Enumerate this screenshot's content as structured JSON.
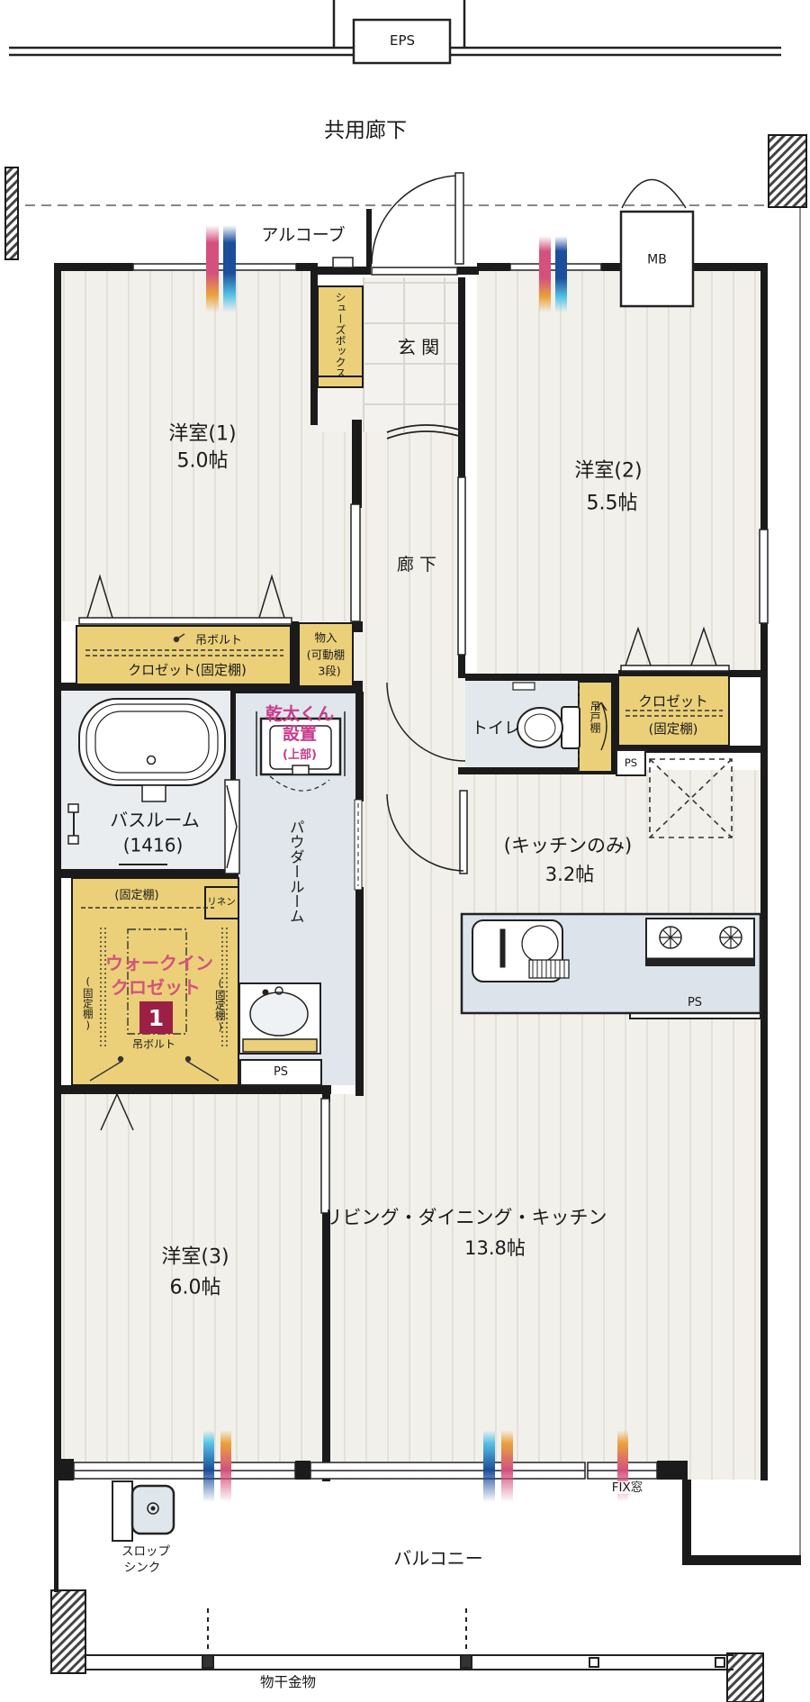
{
  "floorplan": {
    "common": {
      "eps": "EPS",
      "corridor": "共用廊下",
      "alcove": "アルコーブ",
      "meter_box": "MB"
    },
    "entrance": {
      "name": "玄 関",
      "shoes_box": "シューズボックス"
    },
    "rooms": {
      "western1": {
        "name": "洋室(1)",
        "size": "5.0帖"
      },
      "western2": {
        "name": "洋室(2)",
        "size": "5.5帖"
      },
      "western3": {
        "name": "洋室(3)",
        "size": "6.0帖"
      },
      "ldk": {
        "name": "リビング・ダイニング・キッチン",
        "size": "13.8帖"
      },
      "kitchen": {
        "name": "(キッチンのみ)",
        "size": "3.2帖"
      },
      "hallway": {
        "name": "廊 下"
      },
      "bathroom": {
        "name": "バスルーム",
        "size": "(1416)"
      },
      "powder_room": {
        "name": "パウダールーム"
      },
      "toilet": {
        "name": "トイレ"
      }
    },
    "storage": {
      "closet1": {
        "hanging_bolt": "吊ボルト",
        "label": "クロゼット(固定棚)"
      },
      "storage_compartment": {
        "line1": "物入",
        "line2": "(可動棚",
        "line3": "3段)"
      },
      "closet2": {
        "line1": "クロゼット",
        "line2": "(固定棚)"
      },
      "hanging_cupboard": "吊戸棚",
      "walk_in_closet": {
        "line1": "ウォークイン",
        "line2": "クロゼット",
        "number": "1",
        "shelf_top": "(固定棚)",
        "shelf_left": "(固定棚)",
        "shelf_right": "(固定棚)",
        "hanging_bolt": "吊ボルト"
      },
      "linen": "リネン"
    },
    "equipment": {
      "gas_dryer": {
        "line1": "乾太くん",
        "line2": "設置",
        "line3": "(上部)"
      },
      "slop_sink": {
        "line1": "スロップ",
        "line2": "シンク"
      },
      "laundry_hardware": "物干金物",
      "fix_window": "FIX窓",
      "pipe_space": "PS"
    },
    "outdoor": {
      "balcony": "バルコニー"
    },
    "colors": {
      "storage_fill": "#ebd079",
      "dryer_text": "#c73a8c",
      "wic_text": "#d4527f",
      "badge_red": "#9c1f46",
      "water_fixture": "#dfe6ec",
      "stripe_pink": "#d4517e",
      "stripe_orange": "#eaa33c",
      "stripe_blue": "#1b4e9b",
      "stripe_cyan": "#56c3e7"
    }
  }
}
